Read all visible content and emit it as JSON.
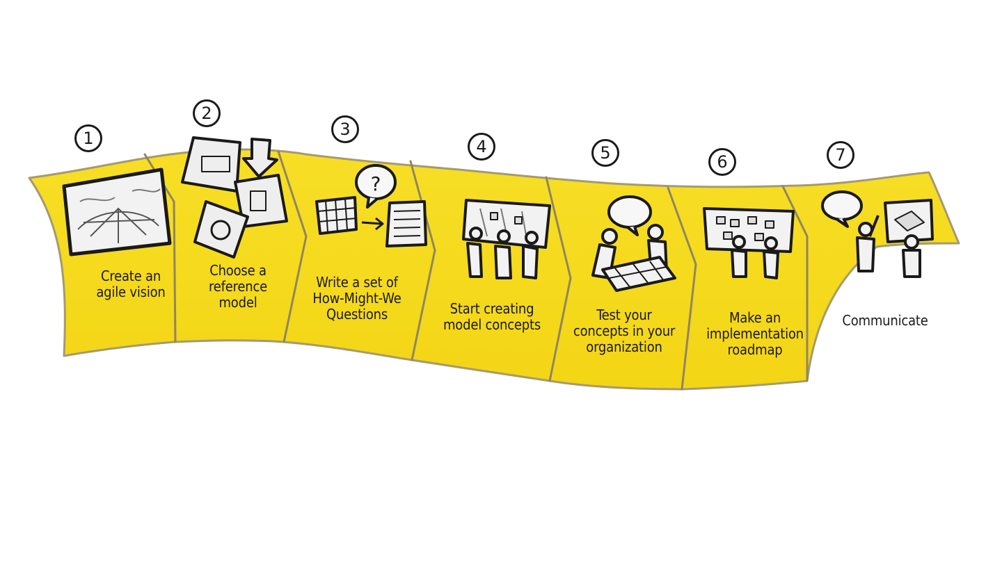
{
  "diagram": {
    "colors": {
      "band": "#f6dc1f",
      "band_light": "#fbe84a",
      "stroke": "#a59a70",
      "ink": "#1a1a1a"
    },
    "steps": [
      {
        "number": "1",
        "label": "Create an\nagile vision",
        "icon": "agile-vision-canvas-icon"
      },
      {
        "number": "2",
        "label": "Choose a\nreference\nmodel",
        "icon": "reference-model-cards-icon"
      },
      {
        "number": "3",
        "label": "Write a set of\nHow-Might-We\nQuestions",
        "icon": "question-grid-icon"
      },
      {
        "number": "4",
        "label": "Start creating\nmodel concepts",
        "icon": "team-at-board-icon"
      },
      {
        "number": "5",
        "label": "Test your\nconcepts in your\norganization",
        "icon": "people-discussing-icon"
      },
      {
        "number": "6",
        "label": "Make an\nimplementation\nroadmap",
        "icon": "roadmap-board-icon"
      },
      {
        "number": "7",
        "label": "Communicate",
        "icon": "communicate-presentation-icon"
      }
    ]
  }
}
